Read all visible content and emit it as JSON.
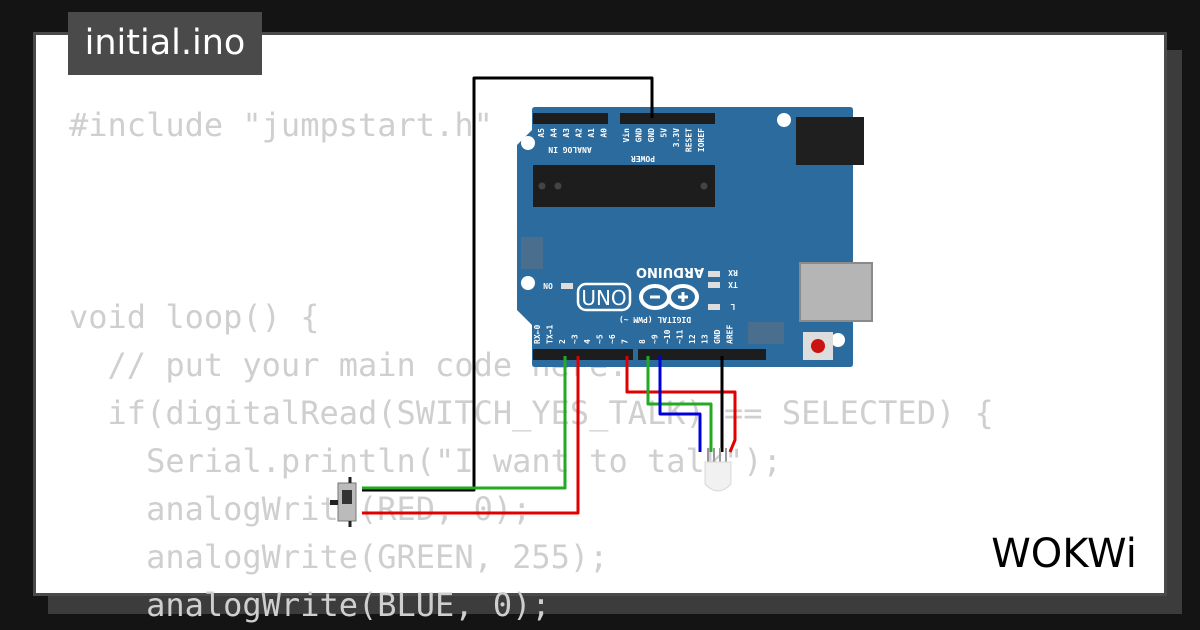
{
  "file_tab": {
    "title": "initial.ino"
  },
  "code_lines": [
    "#include \"jumpstart.h\"",
    "",
    "",
    "",
    "void loop() {",
    "  // put your main code here:",
    "  if(digitalRead(SWITCH_YES_TALK) == SELECTED) {",
    "    Serial.println(\"I want to talk\");",
    "    analogWrite(RED, 0);",
    "    analogWrite(GREEN, 255);",
    "    analogWrite(BLUE, 0);"
  ],
  "brand": {
    "name": "WOKWi"
  },
  "board": {
    "label_uno": "UNO",
    "label_arduino": "ARDUINO",
    "label_analog_in": "ANALOG IN",
    "label_power": "POWER",
    "label_digital": "DIGITAL (PWM ~)",
    "label_on": "ON",
    "label_tx": "TX",
    "label_rx": "RX",
    "label_l": "L",
    "analog_pins": [
      "A5",
      "A4",
      "A3",
      "A2",
      "A1",
      "A0"
    ],
    "power_pins": [
      "Vin",
      "GND",
      "GND",
      "5V",
      "3.3V",
      "RESET",
      "IOREF"
    ],
    "digital_pins": [
      "RX←0",
      "TX→1",
      "2",
      "~3",
      "4",
      "~5",
      "~6",
      "7",
      "8",
      "~9",
      "~10",
      "~11",
      "12",
      "13",
      "GND",
      "AREF"
    ]
  },
  "colors": {
    "board": "#2b6b9e",
    "wire_black": "#000000",
    "wire_red": "#e00000",
    "wire_green": "#22aa22",
    "wire_blue": "#0000dd",
    "code_text": "#cfcfcf",
    "tab_bg": "#4a4a4a"
  }
}
